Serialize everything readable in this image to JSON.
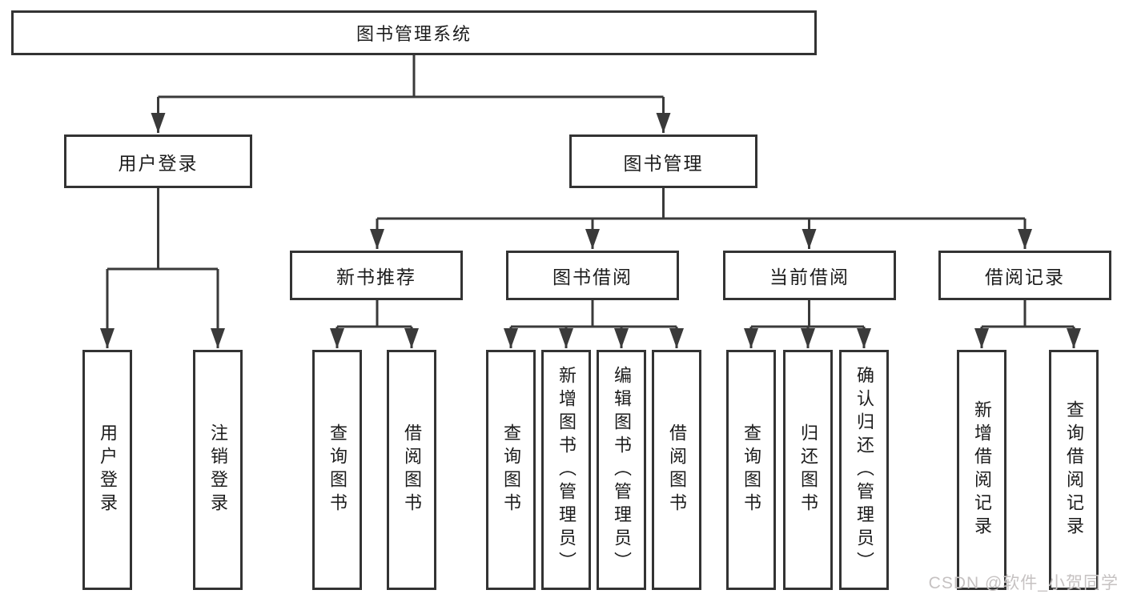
{
  "diagram": {
    "root": {
      "label": "图书管理系统"
    },
    "branches": [
      {
        "label": "用户登录",
        "children": [
          {
            "label": "用户登录"
          },
          {
            "label": "注销登录"
          }
        ]
      },
      {
        "label": "图书管理",
        "children": [
          {
            "label": "新书推荐",
            "children": [
              {
                "label": "查询图书"
              },
              {
                "label": "借阅图书"
              }
            ]
          },
          {
            "label": "图书借阅",
            "children": [
              {
                "label": "查询图书"
              },
              {
                "label": "新增图书（管理员）"
              },
              {
                "label": "编辑图书（管理员）"
              },
              {
                "label": "借阅图书"
              }
            ]
          },
          {
            "label": "当前借阅",
            "children": [
              {
                "label": "查询图书"
              },
              {
                "label": "归还图书"
              },
              {
                "label": "确认归还（管理员）"
              }
            ]
          },
          {
            "label": "借阅记录",
            "children": [
              {
                "label": "新增借阅记录"
              },
              {
                "label": "查询借阅记录"
              }
            ]
          }
        ]
      }
    ]
  },
  "watermark": {
    "text": "CSDN @软件_小贺同学"
  },
  "colors": {
    "box_border": "#333333",
    "connector_line": "#3a3a3a",
    "text": "#1c1c1c",
    "watermark": "#c6c2c2",
    "background": "#ffffff"
  }
}
